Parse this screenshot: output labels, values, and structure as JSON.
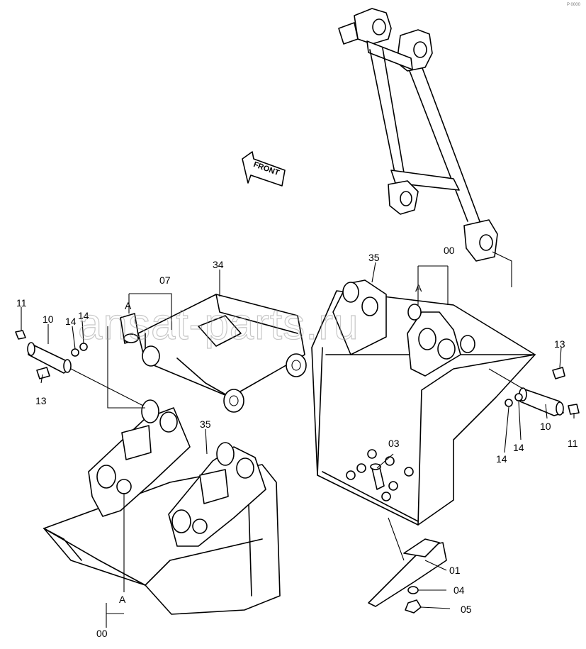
{
  "watermark": "ansat-parts.ru",
  "front_label": "FRONT",
  "corner_mark": "P 0000",
  "labels": {
    "p11_left": "11",
    "p10_left": "10",
    "p14a_left": "14",
    "p14b_left": "14",
    "p13_left": "13",
    "a_left_top": "A",
    "p07": "07",
    "p34": "34",
    "p35_left": "35",
    "a_left_bottom": "A",
    "p00_left": "00",
    "p35_right": "35",
    "a_right": "A",
    "p00_right": "00",
    "p03": "03",
    "p13_right": "13",
    "p10_right": "10",
    "p11_right": "11",
    "p14a_right": "14",
    "p14b_right": "14",
    "p01": "01",
    "p04": "04",
    "p05": "05"
  }
}
